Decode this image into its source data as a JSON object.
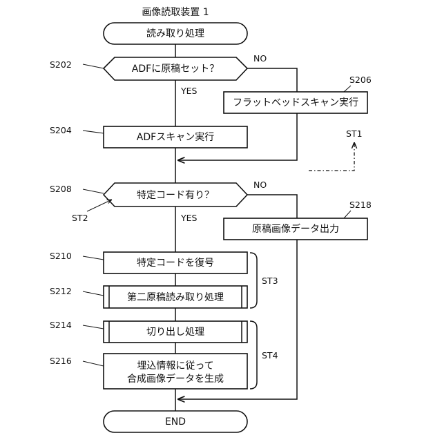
{
  "title": "画像読取装置 1",
  "nodes": {
    "start": "読み取り処理",
    "d202": "ADFに原稿セット？",
    "p204": "ADFスキャン実行",
    "p206": "フラットベッドスキャン実行",
    "d208": "特定コード有り？",
    "p210": "特定コードを復号",
    "p212": "第二原稿読み取り処理",
    "p214": "切り出し処理",
    "p216_line1": "埋込情報に従って",
    "p216_line2": "合成画像データを生成",
    "p218": "原稿画像データ出力",
    "end": "END"
  },
  "steps": {
    "s202": "S202",
    "s204": "S204",
    "s206": "S206",
    "s208": "S208",
    "s210": "S210",
    "s212": "S212",
    "s214": "S214",
    "s216": "S216",
    "s218": "S218"
  },
  "branches": {
    "d202_no": "NO",
    "d202_yes": "YES",
    "d208_no": "NO",
    "d208_yes": "YES"
  },
  "groups": {
    "st1": "ST1",
    "st2": "ST2",
    "st3": "ST3",
    "st4": "ST4"
  }
}
